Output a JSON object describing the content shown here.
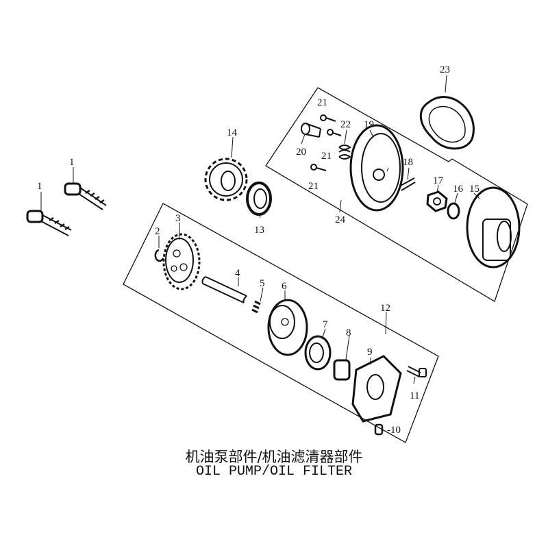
{
  "title": {
    "chinese": "机油泵部件/机油滤清器部件",
    "english": "OIL PUMP/OIL FILTER"
  },
  "callouts": [
    "1",
    "1",
    "2",
    "3",
    "4",
    "5",
    "6",
    "7",
    "8",
    "9",
    "-10",
    "11",
    "12",
    "13",
    "14",
    "15",
    "16",
    "17",
    "18",
    "19",
    "20",
    "21",
    "21",
    "21",
    "22",
    "23",
    "24"
  ]
}
